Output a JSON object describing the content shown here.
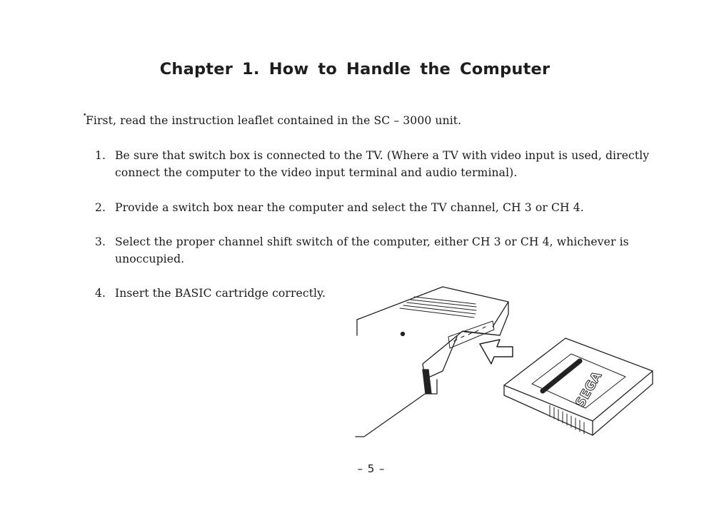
{
  "chapter_title": "Chapter 1. How to Handle the Computer",
  "intro_text": "First, read the instruction leaflet contained in the SC – 3000 unit.",
  "steps": [
    {
      "number": "1.",
      "text": "Be sure that switch box is connected to the TV. (Where a TV with video input is used, directly connect the computer to the video input terminal and audio terminal)."
    },
    {
      "number": "2.",
      "text": "Provide a switch box near the computer and select the TV channel, CH 3 or CH 4."
    },
    {
      "number": "3.",
      "text": "Select the proper channel shift switch of the computer, either CH 3 or CH 4, whichever is unoccupied."
    },
    {
      "number": "4.",
      "text": "Insert the BASIC cartridge correctly."
    }
  ],
  "illustration": {
    "cartridge_label": "SEGA"
  },
  "page_number": "– 5 –"
}
